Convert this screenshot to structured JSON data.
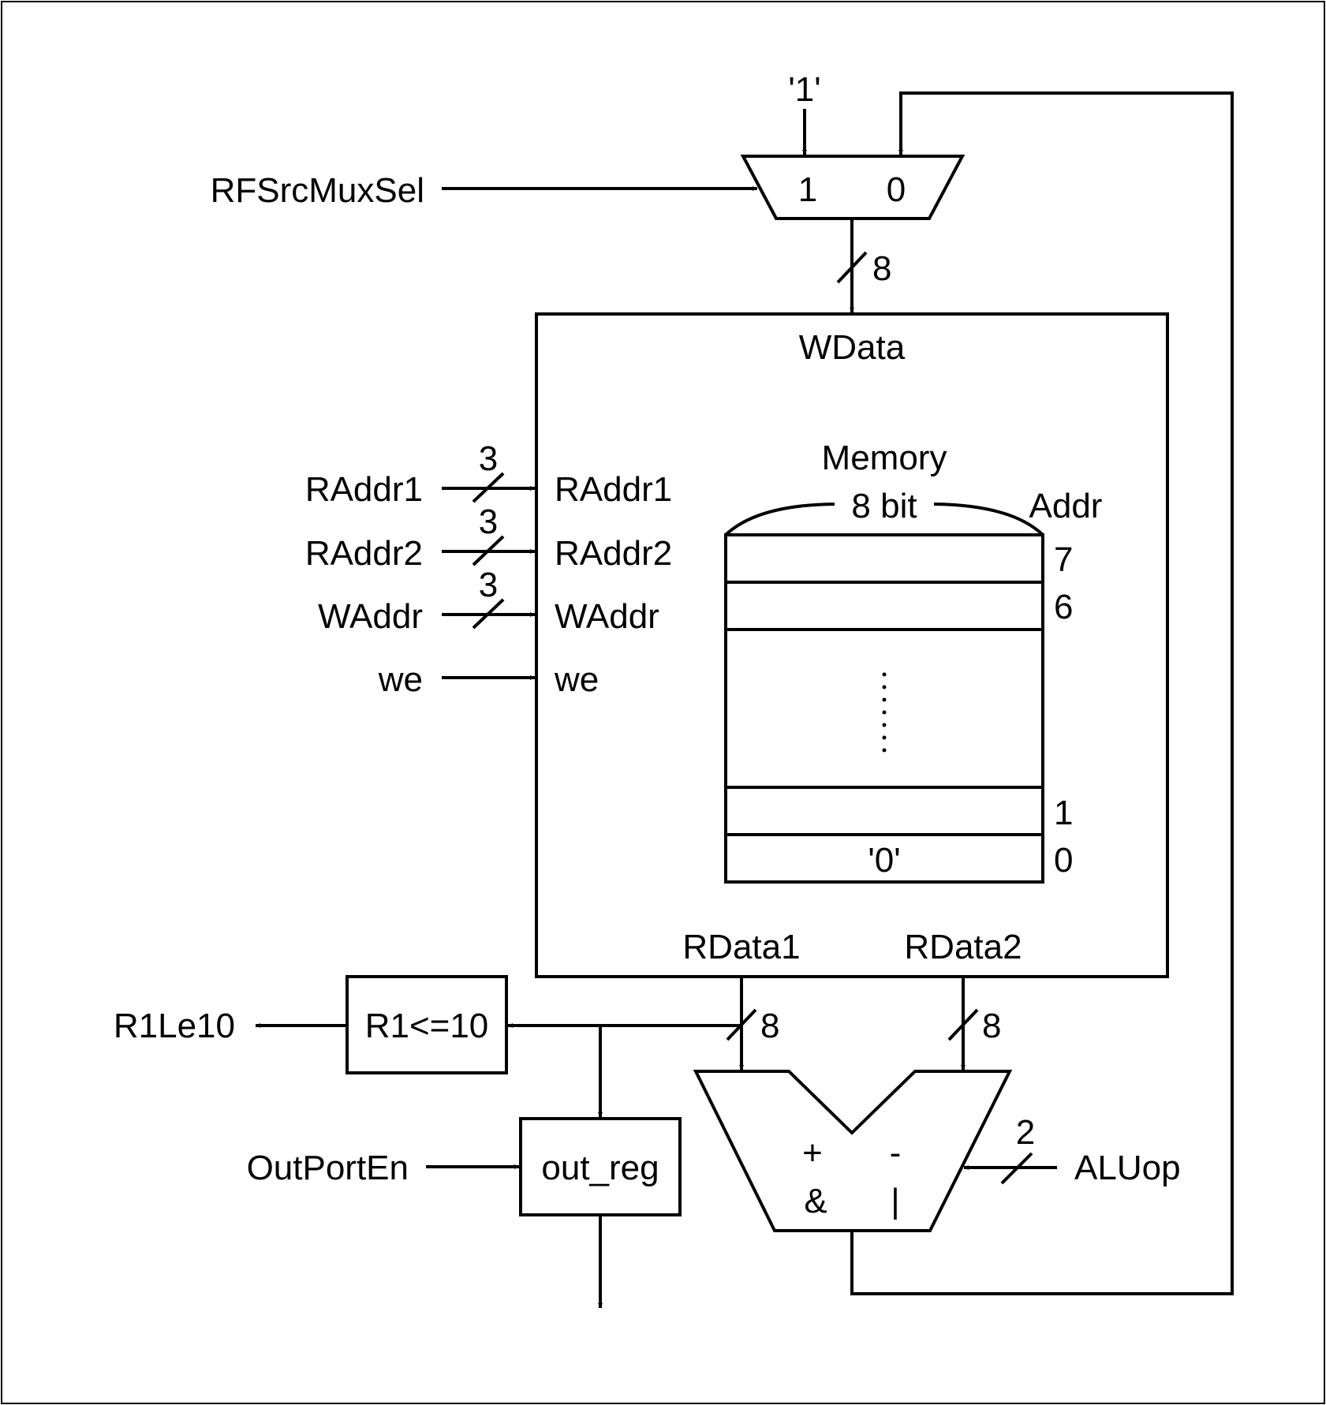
{
  "colors": {
    "stroke": "#000000",
    "background": "#ffffff"
  },
  "mux": {
    "const_input": "'1'",
    "input_1": "1",
    "input_0": "0",
    "select_signal": "RFSrcMuxSel",
    "output_width": "8"
  },
  "register_file": {
    "wdata_label": "WData",
    "ports": {
      "raddr1": "RAddr1",
      "raddr2": "RAddr2",
      "waddr": "WAddr",
      "we": "we"
    },
    "rdata1_label": "RData1",
    "rdata2_label": "RData2",
    "memory": {
      "title": "Memory",
      "word_width": "8 bit",
      "addr_header": "Addr",
      "addresses": [
        "7",
        "6",
        "1",
        "0"
      ],
      "row0_value": "'0'"
    }
  },
  "inputs": {
    "raddr1": {
      "label": "RAddr1",
      "width": "3"
    },
    "raddr2": {
      "label": "RAddr2",
      "width": "3"
    },
    "waddr": {
      "label": "WAddr",
      "width": "3"
    },
    "we": {
      "label": "we"
    }
  },
  "comparator": {
    "label": "R1<=10",
    "output": "R1Le10"
  },
  "out_reg": {
    "label": "out_reg",
    "enable": "OutPortEn"
  },
  "alu": {
    "ops": [
      "+",
      "-",
      "&",
      "|"
    ],
    "op_signal": "ALUop",
    "op_width": "2",
    "in1_width": "8",
    "in2_width": "8"
  }
}
